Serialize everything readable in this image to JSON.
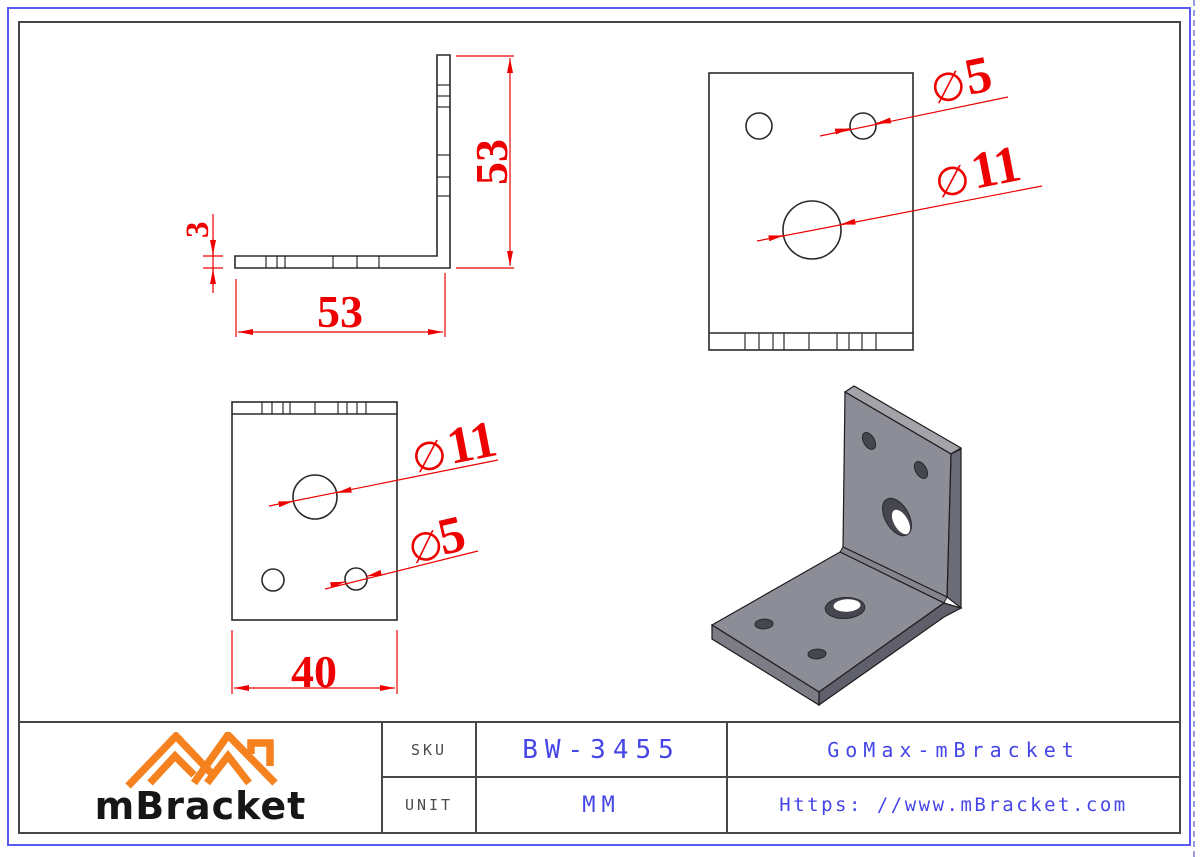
{
  "title_block": {
    "sku_label": "SKU",
    "sku_value": "BW-3455",
    "unit_label": "UNIT",
    "unit_value": "MM",
    "brand": "GoMax-mBracket",
    "website": "Https: //www.mBracket.com",
    "logo_text": "mBracket"
  },
  "drawing": {
    "side_height": "53",
    "side_length": "53",
    "thickness": "3",
    "plate_width": "40",
    "dia_symbol": "∅",
    "hole_small": "5",
    "hole_large": "11"
  },
  "icons": {
    "logo": "mbracket-mountain-logo-icon"
  },
  "colors": {
    "outer_border": "#5a5af0",
    "inner_border": "#474747",
    "drawing_line": "#2a2a2a",
    "dimension_red": "#ee0000",
    "value_blue": "#4646e8",
    "label_gray": "#4b4b4b",
    "logo_orange": "#f5821f",
    "iso_face_gray": "#8c8d97",
    "iso_side_gray": "#6b6c77"
  }
}
